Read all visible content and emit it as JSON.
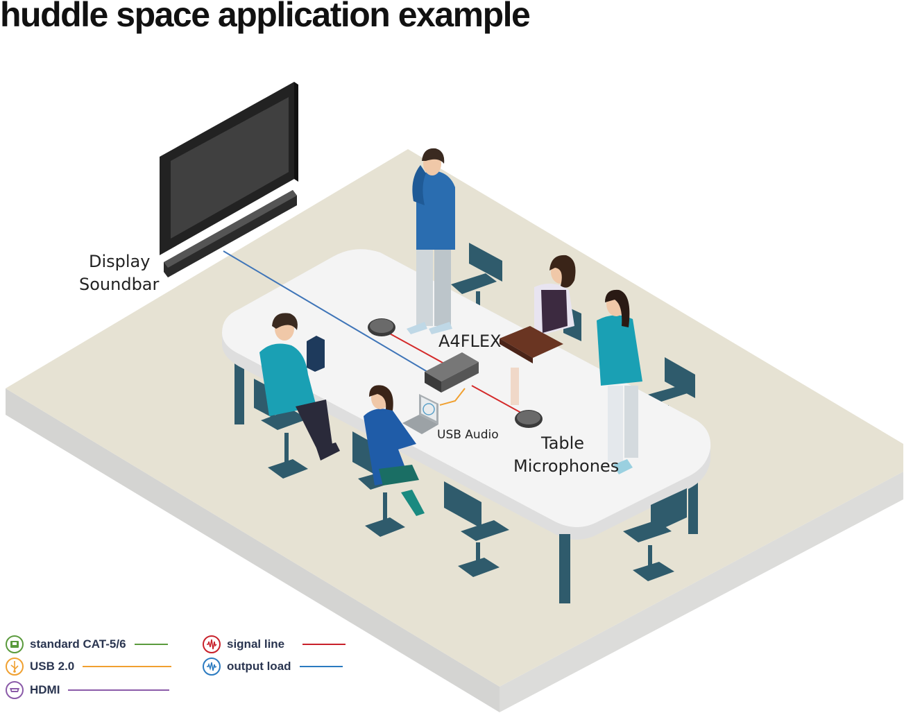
{
  "title": "huddle space application example",
  "labels": {
    "display": "Display",
    "soundbar": "Soundbar",
    "device": "A4FLEX",
    "usb_audio": "USB Audio",
    "table": "Table",
    "microphones": "Microphones"
  },
  "legend": [
    {
      "label": "standard CAT-5/6",
      "color": "#5a9a3c",
      "icon": "ethernet-port-icon"
    },
    {
      "label": "USB 2.0",
      "color": "#f0a030",
      "icon": "usb-icon"
    },
    {
      "label": "HDMI",
      "color": "#8a5aa8",
      "icon": "hdmi-port-icon"
    },
    {
      "label": "signal line",
      "color": "#c8202a",
      "icon": "signal-wave-icon"
    },
    {
      "label": "output load",
      "color": "#2a7ac0",
      "icon": "output-wave-icon"
    }
  ],
  "colors": {
    "floor": "#e6e2d3",
    "floor_side": "#d6d6d4",
    "table": "#f2f2f2",
    "chair": "#2f5b6c",
    "signal": "#d42a2a",
    "output": "#3f75b8",
    "usb": "#f0a030"
  }
}
